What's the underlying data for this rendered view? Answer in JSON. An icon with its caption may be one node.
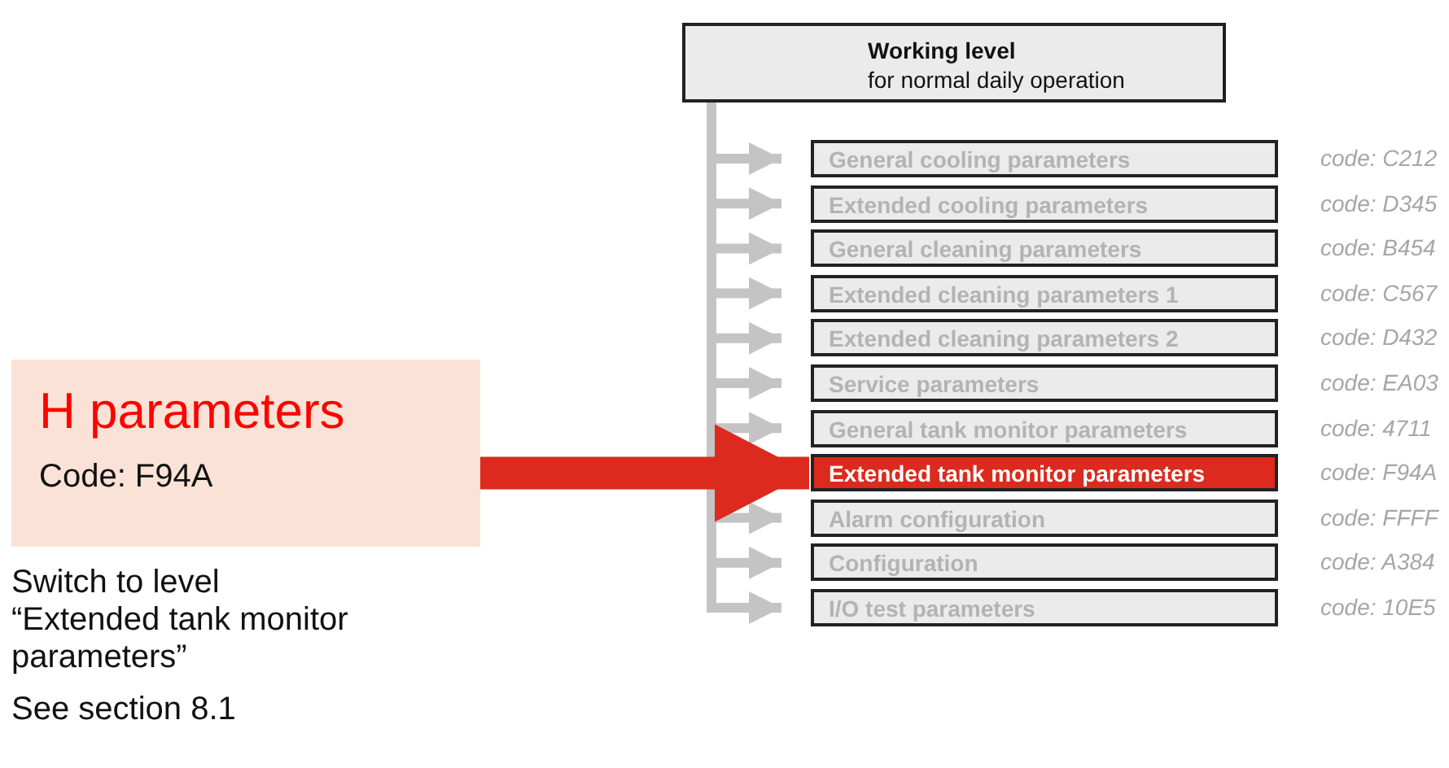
{
  "diagram": {
    "nodes": [
      {
        "text": [
          "Working level",
          "for normal daily operation"
        ]
      },
      {
        "text": [
          "General cooling parameters"
        ],
        "beside": [
          "code: C212"
        ]
      },
      {
        "text": [
          "Extended cooling parameters"
        ],
        "beside": [
          "code: D345"
        ]
      },
      {
        "text": [
          "General cleaning parameters"
        ],
        "beside": [
          "code: B454"
        ]
      },
      {
        "text": [
          "Extended cleaning parameters 1"
        ],
        "beside": [
          "code: C567"
        ]
      },
      {
        "text": [
          "Extended cleaning parameters 2"
        ],
        "beside": [
          "code: D432"
        ]
      },
      {
        "text": [
          "Service parameters"
        ],
        "beside": [
          "code: EA03"
        ]
      },
      {
        "text": [
          "General tank monitor parameters"
        ],
        "beside": [
          "code: 4711"
        ]
      },
      {
        "text": [
          "Extended tank monitor parameters"
        ],
        "beside": [
          "code: F94A"
        ]
      },
      {
        "text": [
          "Alarm configuration"
        ],
        "beside": [
          "code: FFFF"
        ]
      },
      {
        "text": [
          "Configuration"
        ],
        "beside": [
          "code: A384"
        ]
      },
      {
        "text": [
          "I/O test parameters"
        ],
        "beside": [
          "code: 10E5"
        ]
      },
      {
        "text": [
          "H parameters",
          "Code: F94A"
        ]
      }
    ],
    "edges": [
      {
        "from": 0,
        "to": 1,
        "arrow": "to"
      },
      {
        "from": 0,
        "to": 2,
        "arrow": "to"
      },
      {
        "from": 0,
        "to": 3,
        "arrow": "to"
      },
      {
        "from": 0,
        "to": 4,
        "arrow": "to"
      },
      {
        "from": 0,
        "to": 5,
        "arrow": "to"
      },
      {
        "from": 0,
        "to": 6,
        "arrow": "to"
      },
      {
        "from": 0,
        "to": 7,
        "arrow": "to"
      },
      {
        "from": 0,
        "to": 9,
        "arrow": "to"
      },
      {
        "from": 0,
        "to": 10,
        "arrow": "to"
      },
      {
        "from": 0,
        "to": 11,
        "arrow": "to"
      },
      {
        "from": 12,
        "to": 8,
        "arrow": "to",
        "style": "thick",
        "color": "#dc2a1e"
      }
    ],
    "labels": [
      "Switch to level “Extended tank monitor parameters”",
      "See section 8.1"
    ]
  }
}
